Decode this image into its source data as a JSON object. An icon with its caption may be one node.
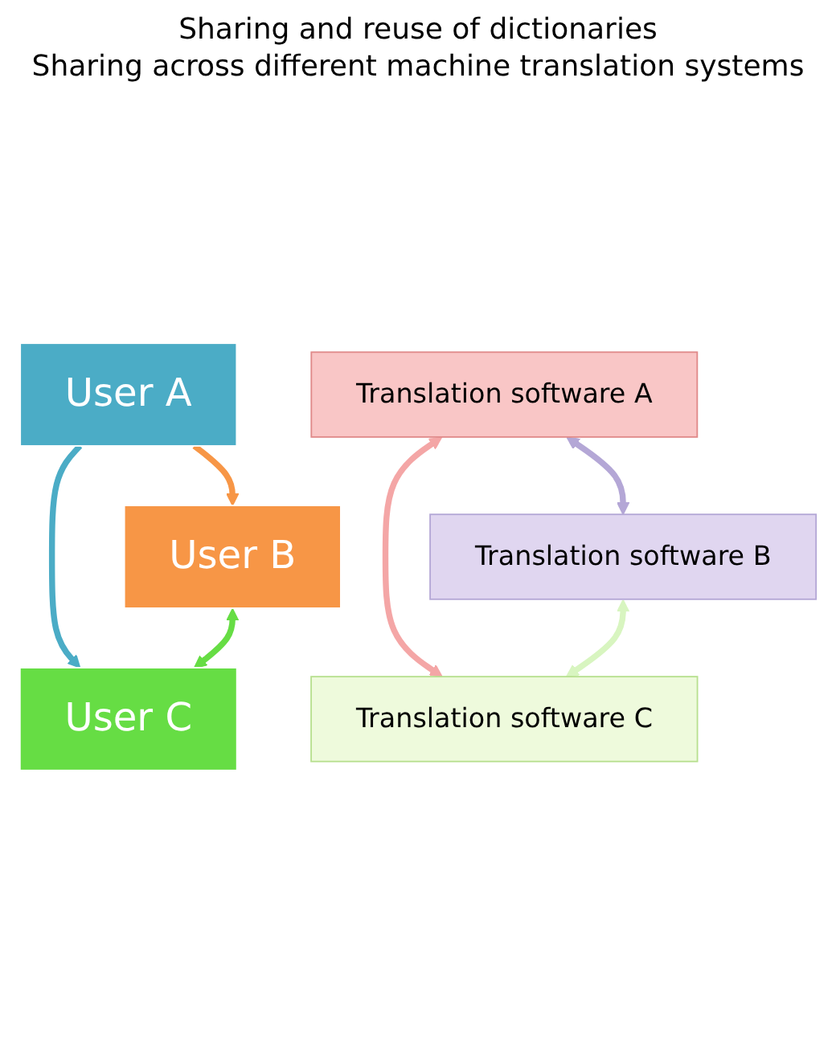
{
  "diagram": {
    "nodes": [
      {
        "text": [
          "User A"
        ]
      },
      {
        "text": [
          "User B"
        ]
      },
      {
        "text": [
          "User C"
        ]
      },
      {
        "text": [
          "Translation software A"
        ]
      },
      {
        "text": [
          "Translation software B"
        ]
      },
      {
        "text": [
          "Translation software C"
        ]
      }
    ],
    "edges": [
      {
        "from": 0,
        "to": 1,
        "arrow": "to",
        "color": "#f79646"
      },
      {
        "from": 0,
        "to": 2,
        "arrow": "to",
        "color": "#4bacc6"
      },
      {
        "from": 1,
        "to": 2,
        "arrow": "both",
        "color": "#66dd44"
      },
      {
        "from": 3,
        "to": 4,
        "arrow": "both",
        "color": "#b4a7d6"
      },
      {
        "from": 3,
        "to": 5,
        "arrow": "both",
        "color": "#f4a6a6"
      },
      {
        "from": 4,
        "to": 5,
        "arrow": "both",
        "color": "#d8f5c0"
      }
    ],
    "labels": [
      "Sharing and reuse of dictionaries",
      "Sharing across different machine translation systems"
    ]
  }
}
